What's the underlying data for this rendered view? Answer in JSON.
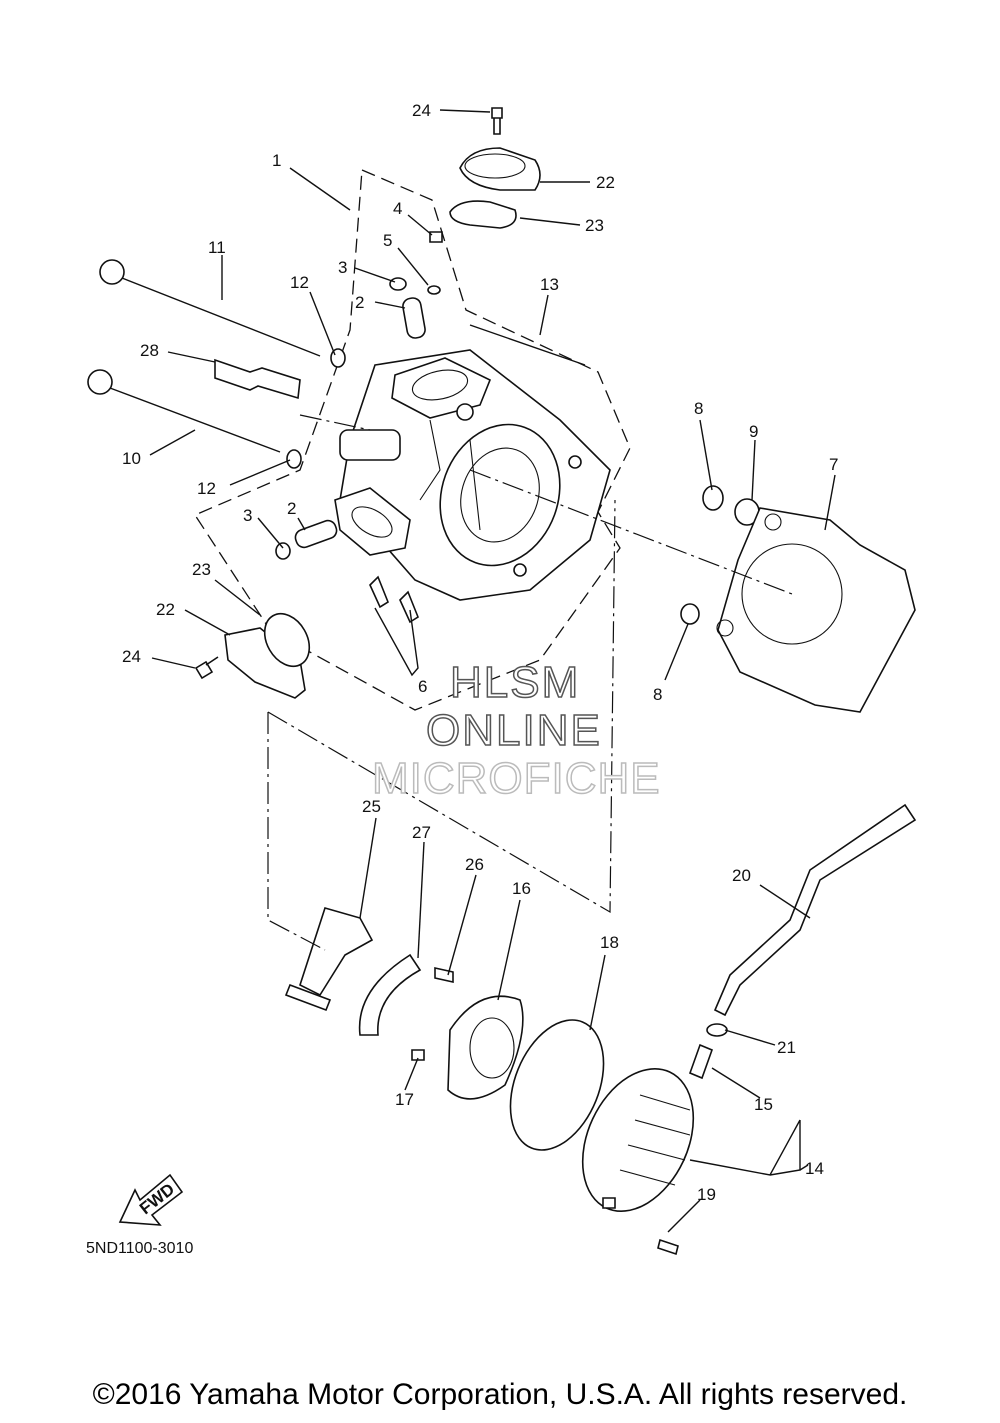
{
  "diagram_code": "5ND1100-3010",
  "copyright": "©2016 Yamaha Motor Corporation, U.S.A. All rights reserved.",
  "watermark": {
    "line1": "HLSM",
    "line2": "ONLINE",
    "line3": "MICROFICHE"
  },
  "fwd_label": "FWD",
  "callouts": [
    "24",
    "22",
    "23",
    "1",
    "4",
    "5",
    "3",
    "2",
    "11",
    "12",
    "13",
    "28",
    "10",
    "12",
    "3",
    "2",
    "23",
    "22",
    "24",
    "6",
    "8",
    "9",
    "7",
    "8",
    "25",
    "27",
    "26",
    "16",
    "18",
    "20",
    "21",
    "17",
    "15",
    "14",
    "19"
  ]
}
